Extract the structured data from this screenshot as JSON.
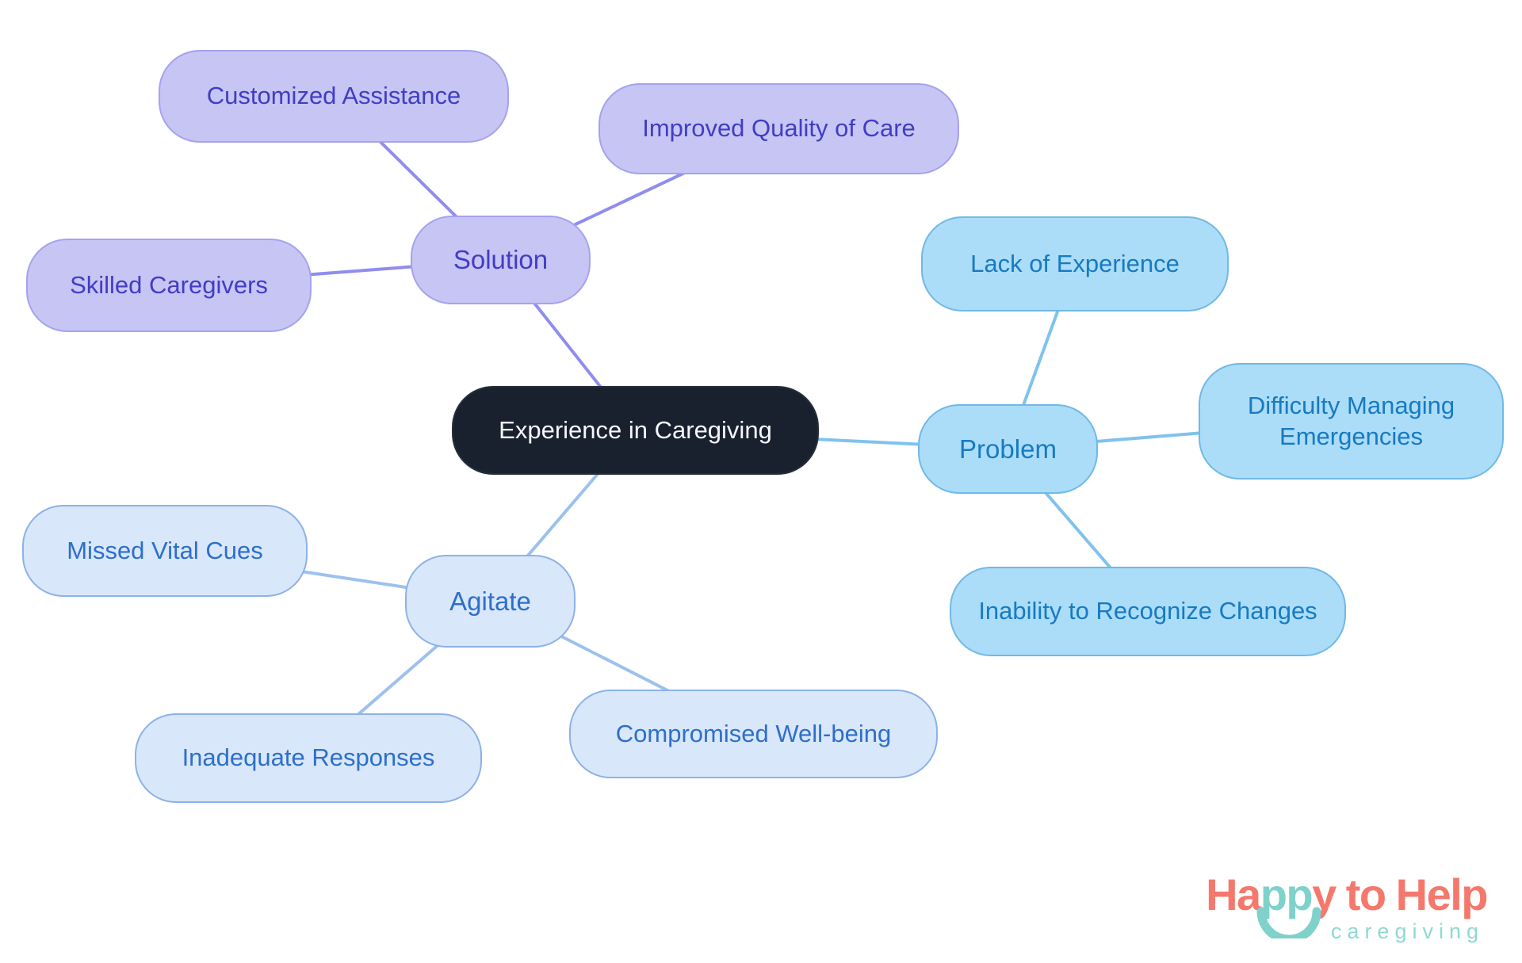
{
  "nodes": {
    "center": {
      "label": "Experience in Caregiving"
    },
    "solution": {
      "label": "Solution"
    },
    "customized_assistance": {
      "label": "Customized Assistance"
    },
    "improved_quality_of_care": {
      "label": "Improved Quality of Care"
    },
    "skilled_caregivers": {
      "label": "Skilled Caregivers"
    },
    "problem": {
      "label": "Problem"
    },
    "lack_of_experience": {
      "label": "Lack of Experience"
    },
    "difficulty_managing_emergencies": {
      "label": "Difficulty Managing Emergencies"
    },
    "inability_to_recognize_changes": {
      "label": "Inability to Recognize Changes"
    },
    "agitate": {
      "label": "Agitate"
    },
    "missed_vital_cues": {
      "label": "Missed Vital Cues"
    },
    "inadequate_responses": {
      "label": "Inadequate Responses"
    },
    "compromised_well_being": {
      "label": "Compromised Well-being"
    }
  },
  "structure": {
    "root": "Experience in Caregiving",
    "branches": [
      {
        "name": "Solution",
        "children": [
          "Customized Assistance",
          "Improved Quality of Care",
          "Skilled Caregivers"
        ]
      },
      {
        "name": "Problem",
        "children": [
          "Lack of Experience",
          "Difficulty Managing Emergencies",
          "Inability to Recognize Changes"
        ]
      },
      {
        "name": "Agitate",
        "children": [
          "Missed Vital Cues",
          "Inadequate Responses",
          "Compromised Well-being"
        ]
      }
    ]
  },
  "colors": {
    "background": "#ffffff",
    "center_fill": "#1a212e",
    "center_text": "#f5f7fa",
    "solution_fill": "#c7c5f3",
    "solution_border": "#a5a2f0",
    "solution_text": "#413dc6",
    "solution_edge": "#8f8dee",
    "problem_fill": "#abddf8",
    "problem_border": "#70b9e6",
    "problem_text": "#187ac2",
    "problem_edge": "#7fc2ee",
    "agitate_fill": "#d9e7fa",
    "agitate_border": "#8cb2e7",
    "agitate_text": "#2d6fcc",
    "agitate_edge": "#9cc1ee"
  },
  "logo": {
    "seg1": "Ha",
    "seg2": "pp",
    "seg3": "y",
    "seg4": "to",
    "seg5": "Help",
    "subtitle": "caregiving",
    "coral": "#f4796c",
    "teal": "#7fd1cb",
    "subtitle_color": "#8ed9d3"
  }
}
